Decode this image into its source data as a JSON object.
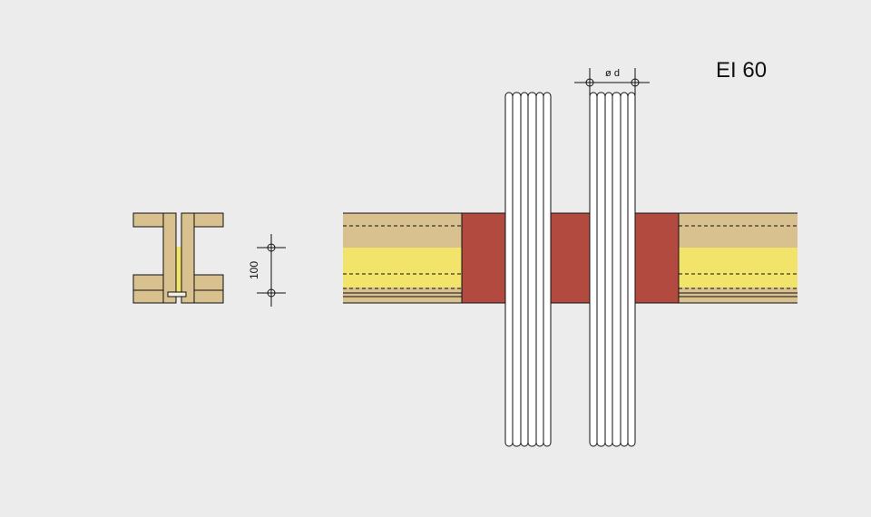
{
  "rating_label": "EI 60",
  "dimension_100": "100",
  "diameter_label": "ø d",
  "colors": {
    "background": "#ececec",
    "timber": "#d9c08f",
    "insulation": "#f2e46a",
    "fire_sealant": "#b34a40",
    "pipe": "#ffffff",
    "line": "#111111"
  }
}
